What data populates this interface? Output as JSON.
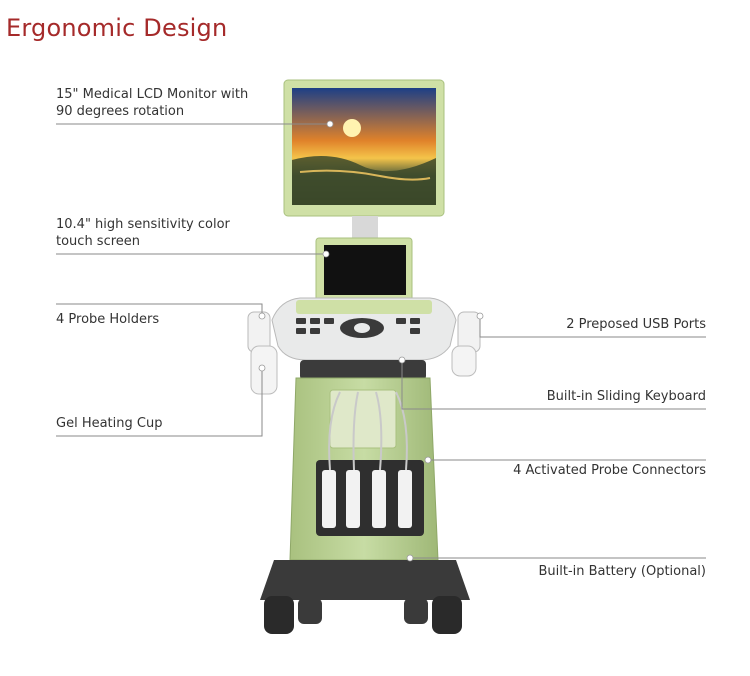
{
  "page": {
    "title": "Ergonomic Design",
    "title_color": "#a52a2a",
    "accent_green": "#c5d9a0"
  },
  "callouts": [
    {
      "label": "15\" Medical LCD Monitor with\n 90 degrees rotation",
      "side": "left"
    },
    {
      "label": "10.4\" high sensitivity color\ntouch screen",
      "side": "left"
    },
    {
      "label": "4 Probe Holders",
      "side": "left"
    },
    {
      "label": "Gel Heating Cup",
      "side": "left"
    },
    {
      "label": "2 Preposed USB Ports",
      "side": "right"
    },
    {
      "label": "Built-in Sliding Keyboard",
      "side": "right"
    },
    {
      "label": "4 Activated Probe Connectors",
      "side": "right"
    },
    {
      "label": "Built-in Battery (Optional)",
      "side": "right"
    }
  ]
}
